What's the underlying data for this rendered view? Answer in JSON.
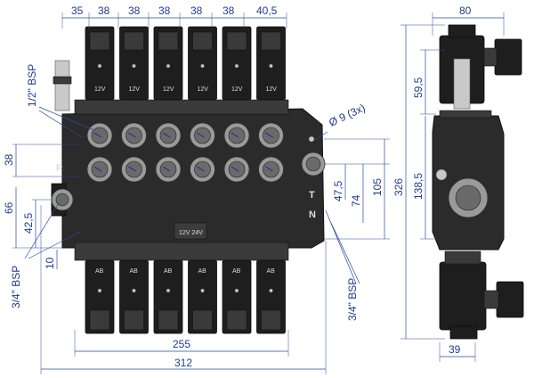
{
  "top_dims": [
    "35",
    "38",
    "38",
    "38",
    "38",
    "38",
    "40,5"
  ],
  "left_dims": {
    "bsp_half": "1/2\" BSP",
    "d38": "38",
    "d66": "66",
    "d42": "42,5",
    "d10": "10",
    "bsp_34_left": "3/4\" BSP"
  },
  "right_dims": {
    "hole": "Ø 9  (3x)",
    "d47": "47,5",
    "d74": "74",
    "d105": "105",
    "d326": "326",
    "bsp_34_right": "3/4\" BSP"
  },
  "bottom_dims": {
    "d255": "255",
    "d312": "312"
  },
  "side_view": {
    "d80": "80",
    "d59": "59,5",
    "d138": "138,5",
    "d39": "39"
  },
  "body_labels": {
    "p": "P",
    "t": "T",
    "n": "N",
    "coil_top": "12V",
    "coil_bottom": "AB",
    "plate": "12V 24V"
  },
  "sections": 6
}
